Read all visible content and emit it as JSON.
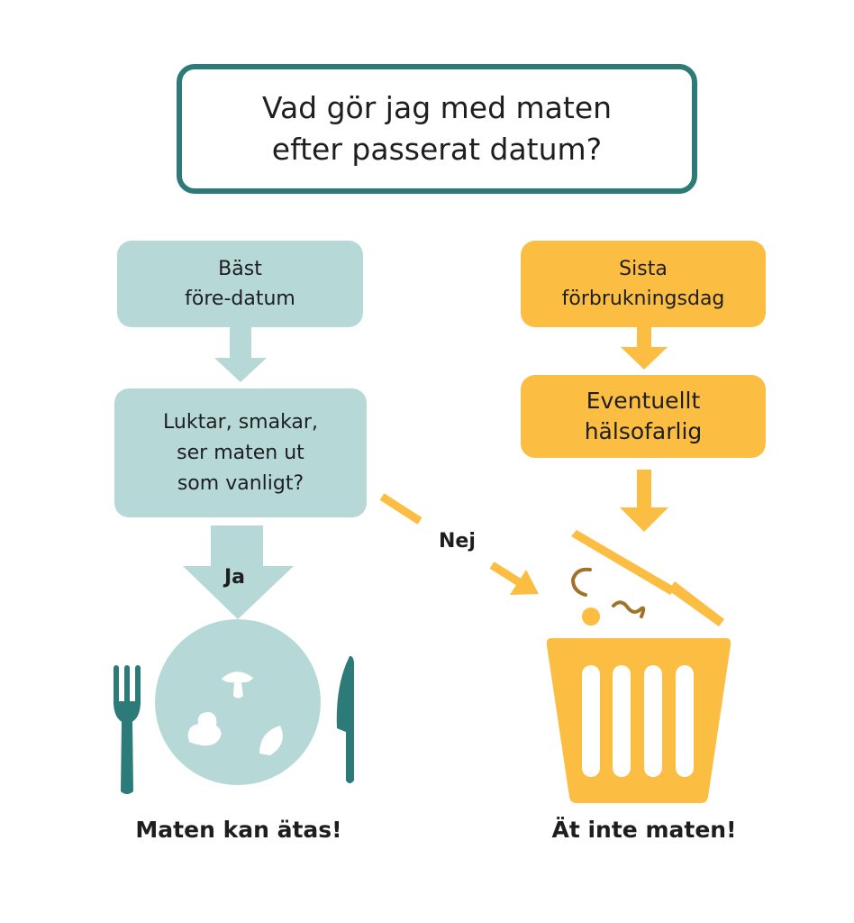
{
  "title": {
    "line1": "Vad gör jag med maten",
    "line2": "efter passerat datum?"
  },
  "left_branch": {
    "start": {
      "line1": "Bäst",
      "line2": "före-datum"
    },
    "question": {
      "line1": "Luktar, smakar,",
      "line2": "ser maten ut",
      "line3": "som vanligt?"
    },
    "yes_label": "Ja",
    "outcome": "Maten kan ätas!",
    "icons": [
      "fork-icon",
      "plate-icon",
      "knife-icon"
    ]
  },
  "right_branch": {
    "start": {
      "line1": "Sista",
      "line2": "förbrukningsdag"
    },
    "warning": {
      "line1": "Eventuellt",
      "line2": "hälsofarlig"
    },
    "outcome": "Ät inte maten!",
    "icons": [
      "trash-bin-icon"
    ]
  },
  "no_label": "Nej",
  "colors": {
    "title_border": "#2c7b78",
    "teal_light": "#b6d9d8",
    "teal_dark": "#2c7b78",
    "yellow": "#fbbd42",
    "brown": "#a0722a",
    "text": "#1e1e20"
  }
}
